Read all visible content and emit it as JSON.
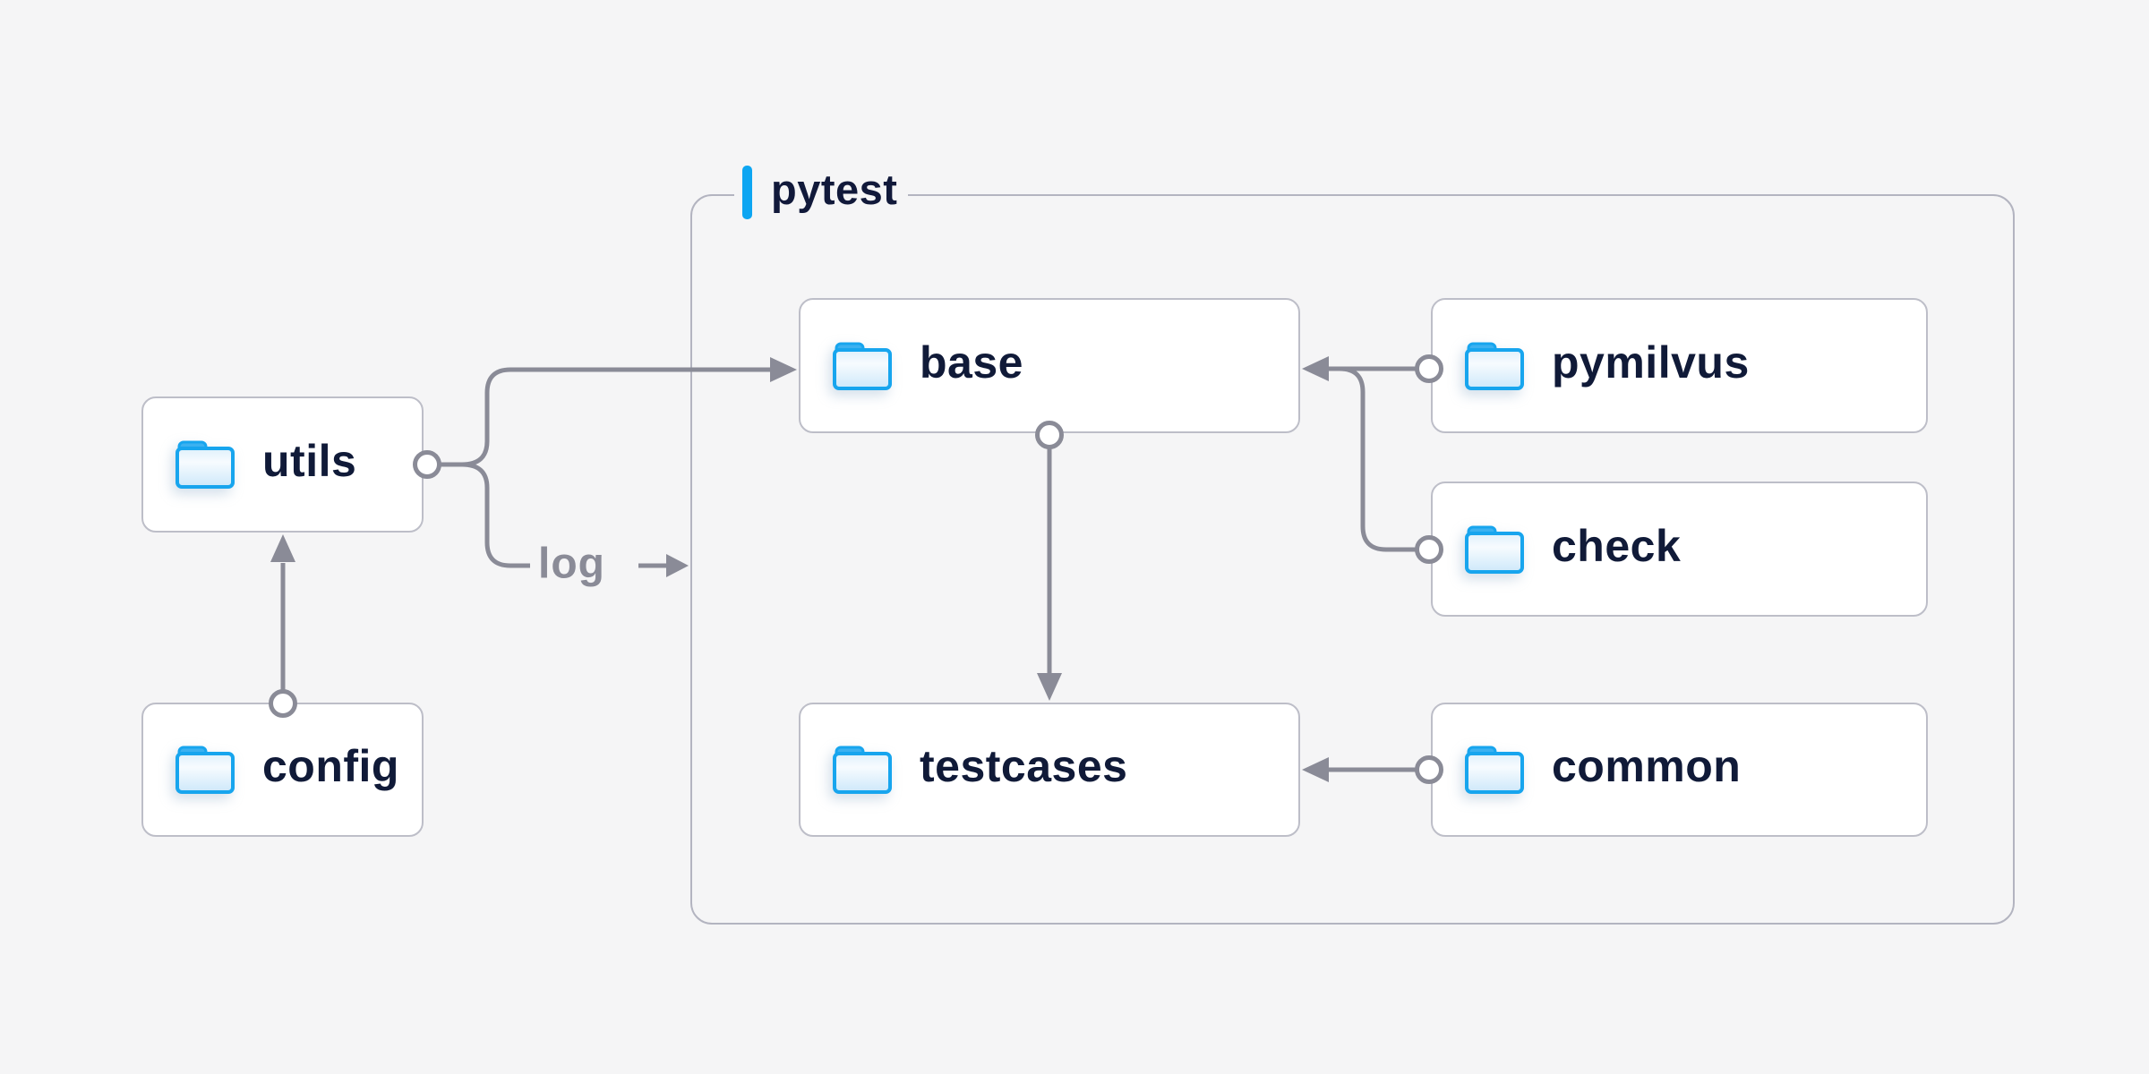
{
  "container": {
    "label": "pytest"
  },
  "nodes": {
    "utils": {
      "label": "utils"
    },
    "config": {
      "label": "config"
    },
    "base": {
      "label": "base"
    },
    "pymilvus": {
      "label": "pymilvus"
    },
    "check": {
      "label": "check"
    },
    "testcases": {
      "label": "testcases"
    },
    "common": {
      "label": "common"
    }
  },
  "edges": {
    "log_label": "log",
    "list": [
      {
        "from": "config",
        "to": "utils"
      },
      {
        "from": "utils",
        "to": "base"
      },
      {
        "from": "utils",
        "to": "log"
      },
      {
        "from": "base",
        "to": "testcases"
      },
      {
        "from": "pymilvus",
        "to": "base"
      },
      {
        "from": "check",
        "to": "base"
      },
      {
        "from": "common",
        "to": "testcases"
      }
    ]
  },
  "colors": {
    "background": "#f5f5f6",
    "accent_blue": "#0da6f2",
    "folder_blue": "#17a5ee",
    "folder_tab_blue": "#3cb1f0",
    "text_navy": "#101a38",
    "line_gray": "#8a8b97",
    "node_border": "#bdbec8",
    "container_border": "#b3b4c0",
    "node_background": "#ffffff"
  }
}
